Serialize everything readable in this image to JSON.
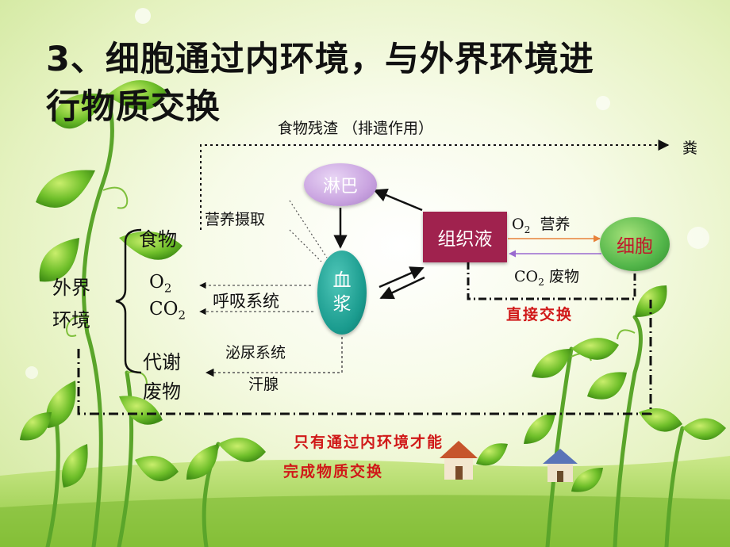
{
  "title": {
    "line1": "3、细胞通过内环境，与外界环境进",
    "line2": "行物质交换"
  },
  "diagram": {
    "top_arrow_label": "食物残渣 （排遗作用）",
    "top_arrow_target": "粪",
    "outer_env": {
      "line1": "外界",
      "line2": "环境"
    },
    "food": "食物",
    "o2": "O",
    "o2_sub": "2",
    "co2": "CO",
    "co2_sub": "2",
    "metabolic_waste": {
      "line1": "代谢",
      "line2": "废物"
    },
    "nutrient_intake": "营养摄取",
    "respiratory_system": "呼吸系统",
    "urinary_system": "泌尿系统",
    "sweat_gland": "汗腺",
    "lymph": "淋巴",
    "plasma": {
      "line1": "血",
      "line2": "浆"
    },
    "tissue_fluid": "组织液",
    "cell": "细胞",
    "o2_nutrient_label": "营养",
    "co2_waste_label": "废物",
    "direct_exchange": "直接交换",
    "conclusion": {
      "line1": "只有通过内环境才能",
      "line2": "完成物质交换"
    }
  },
  "colors": {
    "lymph_node": "#c9a3e0",
    "plasma_node": "#1a9b8e",
    "tissue_fluid_box": "#a0224e",
    "cell_node": "#53b64a",
    "cell_text": "#c0182a",
    "note_red": "#d01818",
    "arrow_orange": "#e8823a",
    "arrow_purple": "#9a6ad0"
  },
  "icons": [
    "leaf-vine-decoration",
    "house-decoration",
    "grass-field-decoration"
  ]
}
